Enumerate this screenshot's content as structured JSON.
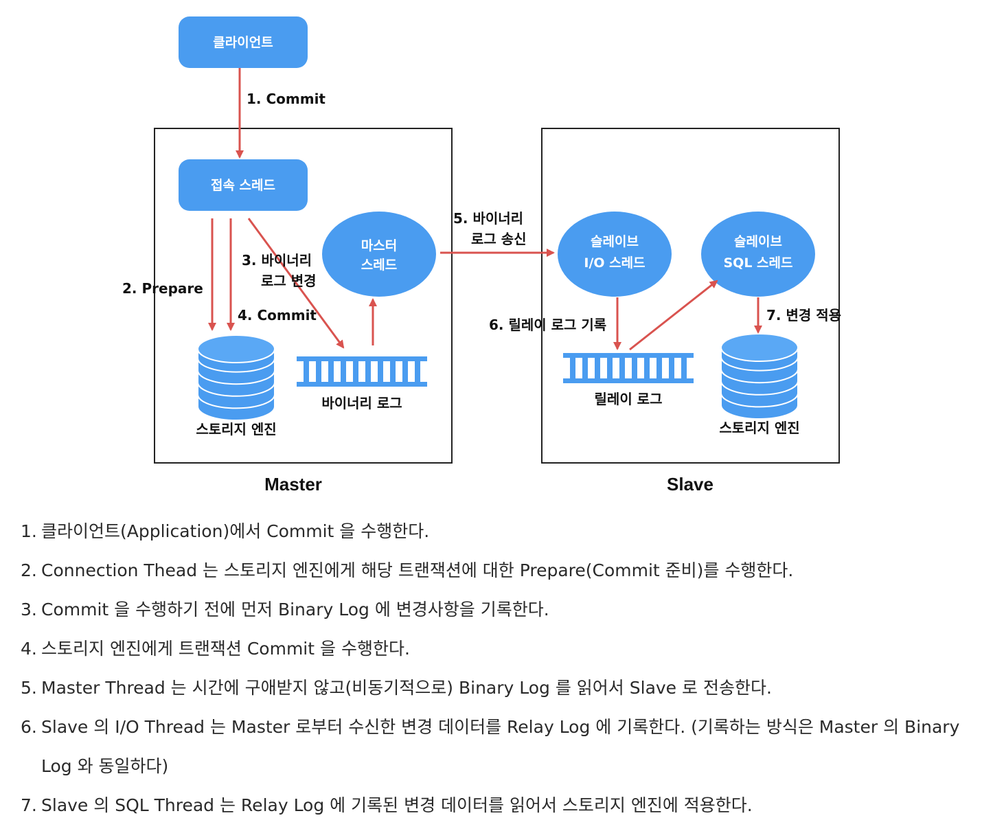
{
  "colors": {
    "accent": "#4a9cf0",
    "arrow": "#d9534f",
    "box_border": "#222222"
  },
  "diagram": {
    "client": "클라이언트",
    "edges": {
      "commit1": "1. Commit",
      "prepare2": "2. Prepare",
      "binlog_change3_line1": "3. 바이너리",
      "binlog_change3_line2": "로그 변경",
      "commit4": "4. Commit",
      "send5_line1": "5. 바이너리",
      "send5_line2": "로그 송신",
      "relay6": "6. 릴레이 로그 기록",
      "apply7": "7. 변경 적용"
    },
    "master": {
      "title": "Master",
      "connection_thread": "접속 스레드",
      "master_thread_line1": "마스터",
      "master_thread_line2": "스레드",
      "storage_engine": "스토리지 엔진",
      "binary_log": "바이너리 로그"
    },
    "slave": {
      "title": "Slave",
      "io_thread_line1": "슬레이브",
      "io_thread_line2": "I/O 스레드",
      "sql_thread_line1": "슬레이브",
      "sql_thread_line2": "SQL 스레드",
      "relay_log": "릴레이 로그",
      "storage_engine": "스토리지 엔진"
    }
  },
  "steps": [
    {
      "num": "1.",
      "text": "클라이언트(Application)에서 Commit 을 수행한다."
    },
    {
      "num": "2.",
      "text": "Connection Thead 는 스토리지 엔진에게 해당 트랜잭션에 대한 Prepare(Commit 준비)를 수행한다."
    },
    {
      "num": "3.",
      "text": "Commit 을 수행하기 전에 먼저 Binary Log 에 변경사항을 기록한다."
    },
    {
      "num": "4.",
      "text": "스토리지 엔진에게 트랜잭션 Commit 을 수행한다."
    },
    {
      "num": "5.",
      "text": "Master Thread 는 시간에 구애받지 않고(비동기적으로) Binary Log 를 읽어서 Slave 로 전송한다."
    },
    {
      "num": "6.",
      "text": "Slave 의 I/O Thread 는 Master 로부터 수신한 변경 데이터를 Relay Log 에 기록한다. (기록하는 방식은 Master 의 Binary Log 와 동일하다)"
    },
    {
      "num": "7.",
      "text": "Slave 의 SQL Thread 는 Relay Log 에 기록된 변경 데이터를 읽어서 스토리지 엔진에 적용한다."
    }
  ]
}
